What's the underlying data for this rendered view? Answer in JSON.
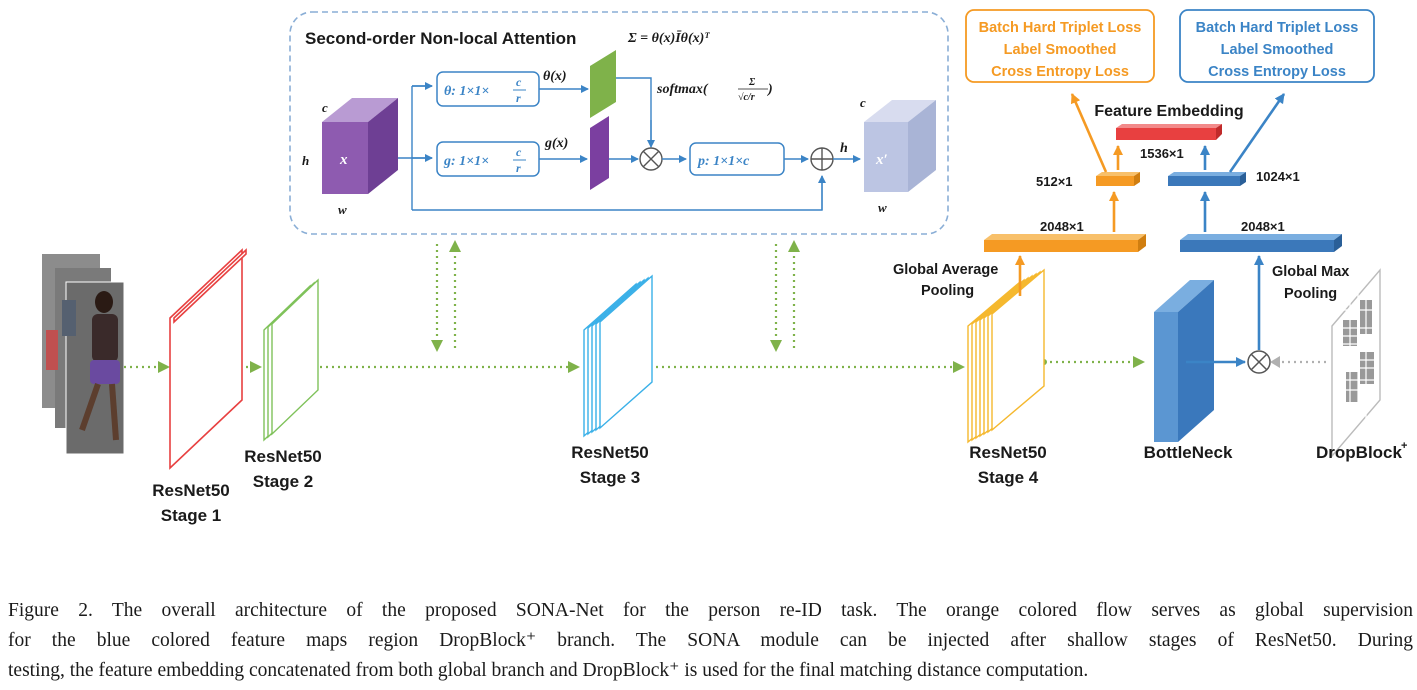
{
  "sona_module": {
    "title": "Second-order Non-local Attention",
    "sigma_formula": "Σ = θ(x)Īθ(x)ᵀ",
    "softmax_label": "softmax(",
    "softmax_num": "Σ",
    "softmax_den": "√c/r",
    "softmax_close": ")",
    "theta_box": "θ: 1×1×",
    "g_box": "g: 1×1×",
    "p_box": "p: 1×1×c",
    "frac_c": "c",
    "frac_r": "r",
    "theta_out": "θ(x)",
    "g_out": "g(x)",
    "input_c": "c",
    "input_h": "h",
    "input_w": "w",
    "input_x": "x",
    "output_c": "c",
    "output_h": "h",
    "output_w": "w",
    "output_x": "x′",
    "h_arrow": "h"
  },
  "stages": {
    "stage1_a": "ResNet50",
    "stage1_b": "Stage 1",
    "stage2_a": "ResNet50",
    "stage2_b": "Stage 2",
    "stage3_a": "ResNet50",
    "stage3_b": "Stage 3",
    "stage4_a": "ResNet50",
    "stage4_b": "Stage 4",
    "bottleneck": "BottleNeck",
    "dropblock": "DropBlock",
    "dropblock_sup": "+"
  },
  "head": {
    "gap_a": "Global Average",
    "gap_b": "Pooling",
    "gmp_a": "Global Max",
    "gmp_b": "Pooling",
    "feature_embedding": "Feature Embedding",
    "dim_2048_left": "2048×1",
    "dim_2048_right": "2048×1",
    "dim_512": "512×1",
    "dim_1024": "1024×1",
    "dim_1536": "1536×1",
    "loss_left": [
      "Batch Hard Triplet Loss",
      "Label Smoothed",
      "Cross Entropy Loss"
    ],
    "loss_right": [
      "Batch Hard Triplet Loss",
      "Label Smoothed",
      "Cross Entropy Loss"
    ]
  },
  "colors": {
    "orange": "#f59a23",
    "blue": "#3b84c6",
    "green": "#7fb24a",
    "red": "#e84040",
    "purple": "#8e5bb0",
    "dashed_box": "#8aaed6"
  },
  "caption": [
    "Figure 2. The overall architecture of the proposed SONA-Net for the person re-ID task. The orange colored flow serves as global supervision",
    "for the blue colored feature maps region DropBlock⁺ branch. The SONA module can be injected after shallow stages of ResNet50. During",
    "testing, the feature embedding concatenated from both global branch and DropBlock⁺ is used for the final matching distance computation."
  ]
}
